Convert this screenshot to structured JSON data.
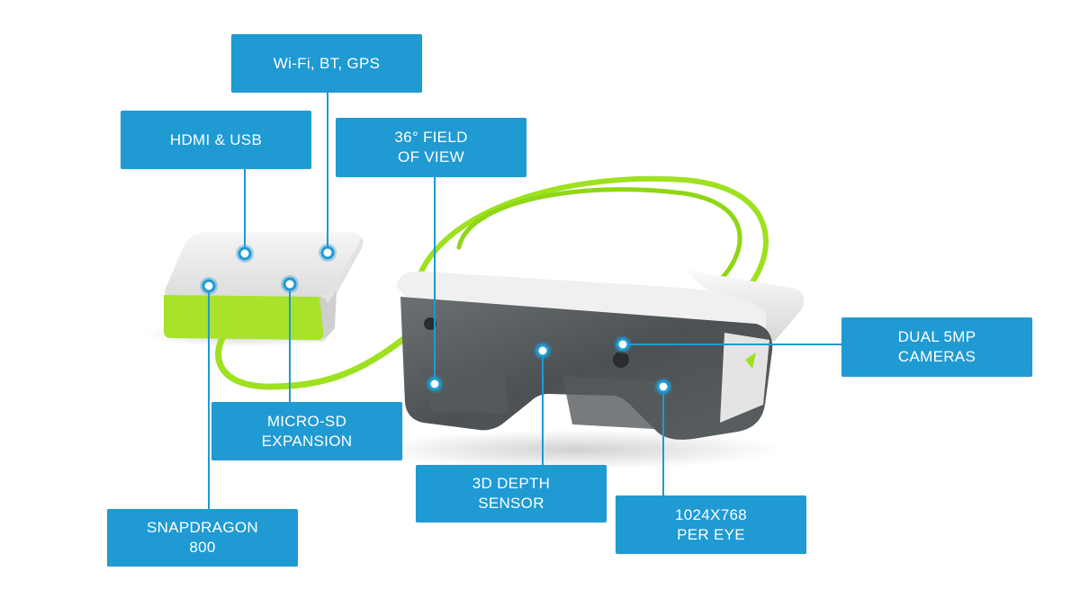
{
  "colors": {
    "callout": "#1f9ad3",
    "accent_green": "#9ee11f",
    "device_body": "#ececec",
    "lens": "#4a4f52"
  },
  "callouts": {
    "wifi": "Wi-Fi, BT, GPS",
    "hdmi": "HDMI & USB",
    "fov": "36° FIELD\nOF VIEW",
    "microsd": "MICRO-SD\nEXPANSION",
    "snapdragon": "SNAPDRAGON\n800",
    "depth": "3D DEPTH\nSENSOR",
    "resolution": "1024X768\nPER EYE",
    "cameras": "DUAL 5MP\nCAMERAS"
  }
}
